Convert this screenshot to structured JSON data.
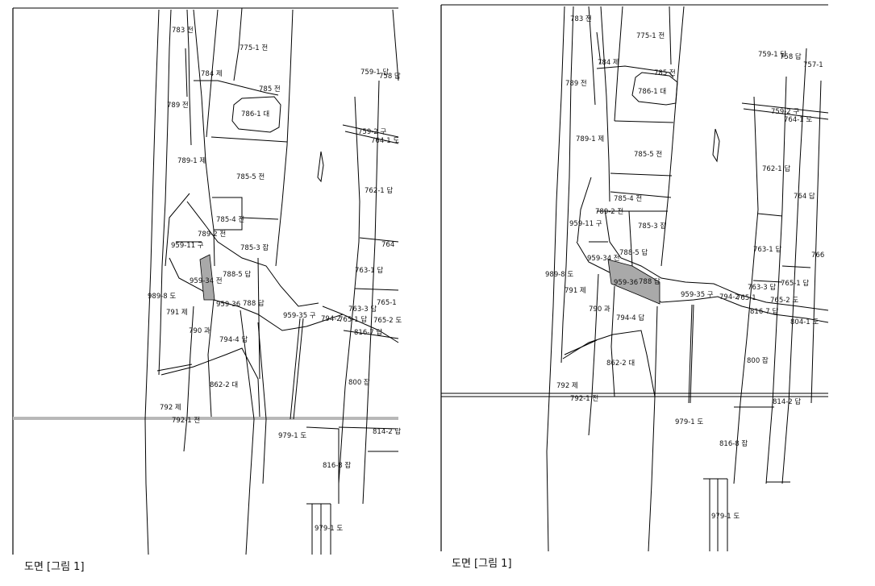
{
  "figures": [
    {
      "caption": "도면 [그림 1]",
      "parcels": [
        "783 전",
        "775-1 전",
        "784 제",
        "785 전",
        "759-1 답",
        "758 답",
        "789 전",
        "786-1 대",
        "759-2 구",
        "764-1 도",
        "789-1 제",
        "785-5 전",
        "762-1 답",
        "785-4 전",
        "789-2 전",
        "959-11 구",
        "785-3 잡",
        "764",
        "959-34 전",
        "788-5 답",
        "763-1 답",
        "989-8 도",
        "959-36",
        "788 답",
        "765-1",
        "791 제",
        "959-35 구",
        "763-3 답",
        "794-2",
        "765-1 답",
        "765-2 도",
        "790 과",
        "816-7 답",
        "794-4 답",
        "862-2 대",
        "800 잡",
        "792 제",
        "792-1 전",
        "979-1 도",
        "814-2 답",
        "816-8 잡",
        "979-1 도"
      ]
    },
    {
      "caption": "도면 [그림 1]",
      "parcels": [
        "783 전",
        "775-1 전",
        "759-1 답",
        "758 답",
        "757-1",
        "784 제",
        "785 전",
        "789 전",
        "786-1 대",
        "759-2 구",
        "764-1 도",
        "789-1 제",
        "785-5 전",
        "762-1 답",
        "785-4 전",
        "764 답",
        "789-2 전",
        "959-11 구",
        "785-3 잡",
        "763-1 답",
        "788-5 답",
        "766",
        "959-34 전",
        "989-8 도",
        "959-36",
        "788 답",
        "765-1 답",
        "791 제",
        "959-35 구",
        "763-3 답",
        "794-2",
        "765-1",
        "765-2 도",
        "790 과",
        "816-7 답",
        "804-1 도",
        "794-4 답",
        "862-2 대",
        "800 잡",
        "792 제",
        "792-1 전",
        "814-2 답",
        "979-1 도",
        "816-8 잡",
        "979-1 도"
      ]
    }
  ]
}
